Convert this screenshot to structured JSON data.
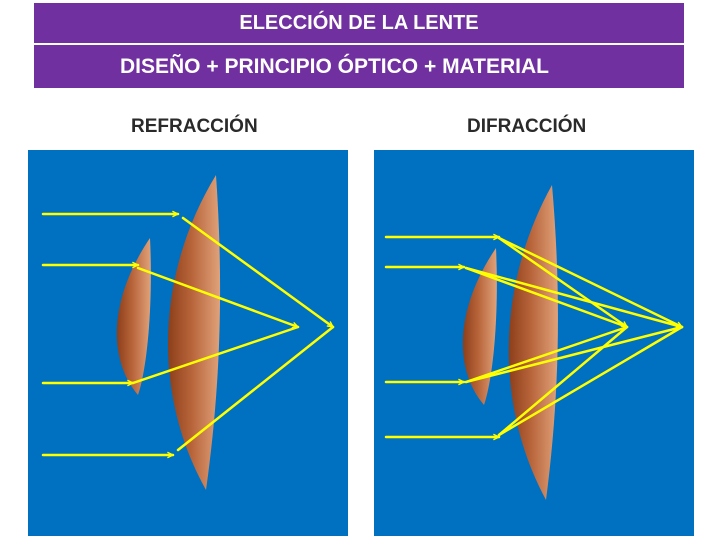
{
  "header": {
    "title": "ELECCIÓN DE LA LENTE",
    "subtitle": "DISEÑO + PRINCIPIO ÓPTICO + MATERIAL"
  },
  "panels": [
    {
      "label": "REFRACCIÓN"
    },
    {
      "label": "DIFRACCIÓN"
    }
  ],
  "colors": {
    "banner": "#7030a0",
    "panel_background": "#0070c0",
    "ray": "#ffff00",
    "lens_dark": "#8c3f1a",
    "lens_light": "#e0a27a"
  }
}
